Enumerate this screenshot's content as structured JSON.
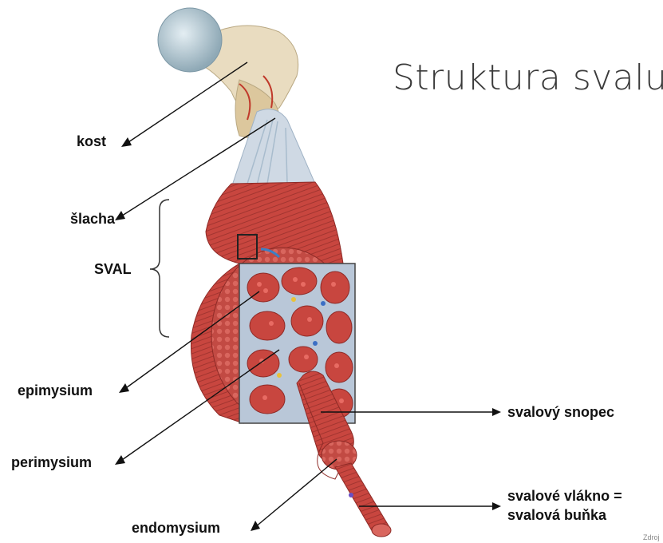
{
  "title": "Struktura svalu",
  "labels": {
    "kost": "kost",
    "slacha": "šlacha",
    "sval": "SVAL",
    "epimysium": "epimysium",
    "perimysium": "perimysium",
    "endomysium": "endomysium",
    "snopec": "svalový snopec",
    "vlakno_line1": "svalové vlákno =",
    "vlakno_line2": "svalová buňka"
  },
  "credit": "Zdroj",
  "colors": {
    "muscle": "#c8463f",
    "muscle_dark": "#8e2a26",
    "bone": "#e9dcc0",
    "cartilage": "#b8cdd6",
    "tendon": "#cfd9e4",
    "connective": "#b9c7d8"
  }
}
